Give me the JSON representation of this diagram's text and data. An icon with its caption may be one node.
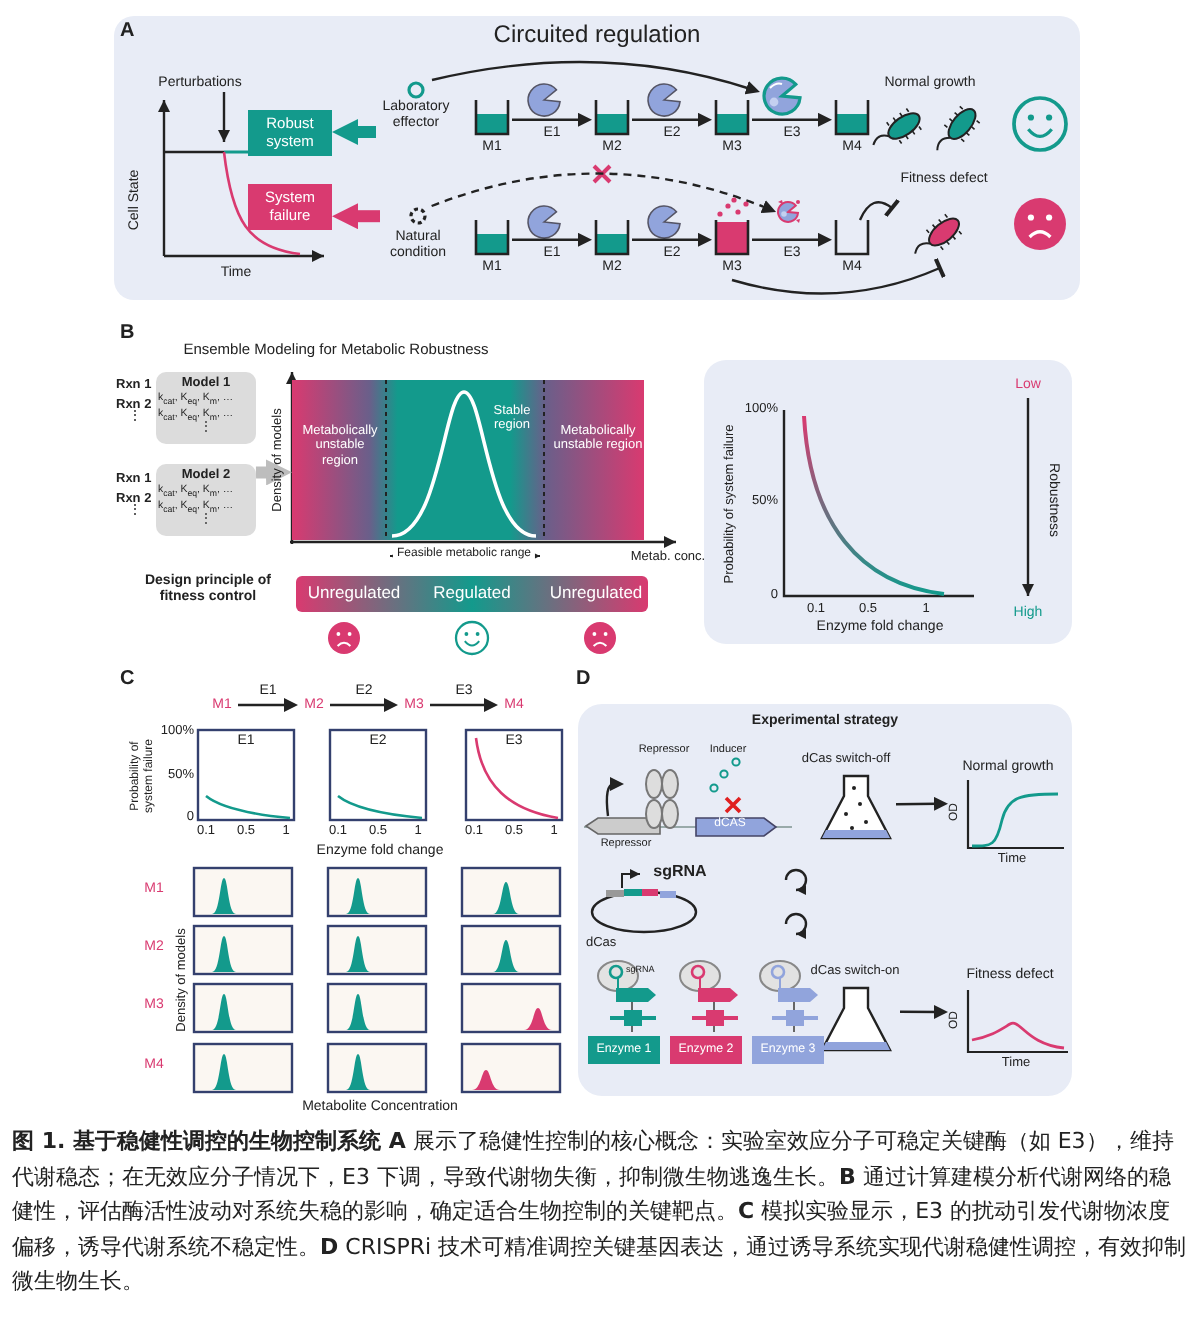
{
  "diagram": {
    "caption": "**图 1. 基于稳健性调控的生物控制系统 A** 展示了稳健性控制的核心概念：实验室效应分子可稳定关键酶（如 E3），维持代谢稳态；在无效应分子情况下，E3 下调，导致代谢物失衡，抑制微生物逃逸生长。**B** 通过计算建模分析代谢网络的稳健性，评估酶活性波动对系统失稳的影响，确定适合生物控制的关键靶点。**C** 模拟实验显示，E3 的扰动引发代谢物浓度偏移，诱导代谢系统不稳定性。**D** CRISPRi 技术可精准调控关键基因表达，通过诱导系统实现代谢稳健性调控，有效抑制微生物生长。",
    "nodes": [
      {
        "text": [
          "Circuited regulation"
        ]
      },
      {
        "text": [
          "Robust system"
        ],
        "in": 0
      },
      {
        "text": [
          "System failure"
        ],
        "in": 0
      },
      {
        "text": [
          "Laboratory effector"
        ],
        "in": 0
      },
      {
        "text": [
          "Natural condition"
        ],
        "in": 0
      },
      {
        "text": [
          "M1"
        ],
        "in": 0
      },
      {
        "text": [
          "M2"
        ],
        "in": 0
      },
      {
        "text": [
          "M3"
        ],
        "in": 0
      },
      {
        "text": [
          "M4"
        ],
        "in": 0
      },
      {
        "text": [],
        "shape": "picture",
        "in": 0
      },
      {
        "text": [
          "Normal growth"
        ],
        "in": 0
      },
      {
        "text": [
          "M1"
        ],
        "in": 0
      },
      {
        "text": [
          "M2"
        ],
        "in": 0
      },
      {
        "text": [
          "M3"
        ],
        "in": 0
      },
      {
        "text": [
          "M4"
        ],
        "in": 0
      },
      {
        "text": [],
        "shape": "picture",
        "in": 0
      },
      {
        "text": [
          "Fitness defect"
        ],
        "in": 0
      },
      {
        "text": [
          "Model 1",
          "k$_{cat}$, K$_{eq}$, K$_{m}$, …",
          "k$_{cat}$, K$_{eq}$, K$_{m}$, …",
          "⋮"
        ],
        "beside": [
          "Rxn 1",
          "Rxn 2",
          "⋮"
        ]
      },
      {
        "text": [
          "Model 2",
          "k$_{cat}$, K$_{eq}$, K$_{m}$, …",
          "k$_{cat}$, K$_{eq}$, K$_{m}$, …",
          "⋮"
        ],
        "beside": [
          "Rxn 1",
          "Rxn 2",
          "⋮"
        ]
      },
      {
        "text": [
          "Metabolically unstable region",
          "Stable region",
          "Metabolically unstable region"
        ],
        "beside": [
          "Feasible metabolic range"
        ]
      },
      {
        "text": [
          "M1"
        ]
      },
      {
        "text": [
          "M2"
        ]
      },
      {
        "text": [
          "M3"
        ]
      },
      {
        "text": [
          "M4"
        ]
      },
      {
        "text": [
          "Experimental strategy"
        ]
      },
      {
        "text": [
          "Repressor"
        ],
        "in": 24
      },
      {
        "text": [
          "Repressor"
        ],
        "in": 24
      },
      {
        "text": [
          "dCAS"
        ],
        "in": 24
      },
      {
        "text": [
          "dCas switch-off"
        ],
        "in": 24
      },
      {
        "text": [
          "Normal growth"
        ],
        "in": 24,
        "beside": [
          "OD",
          "Time"
        ]
      },
      {
        "text": [
          "dCas switch-on"
        ],
        "in": 24
      },
      {
        "text": [
          "Fitness defect"
        ],
        "in": 24,
        "beside": [
          "OD",
          "Time"
        ]
      },
      {
        "text": [
          "Enzyme 1"
        ],
        "in": 24
      },
      {
        "text": [
          "Enzyme 2"
        ],
        "in": 24
      },
      {
        "text": [
          "Enzyme 3"
        ],
        "in": 24
      }
    ],
    "edges": [
      {
        "from": 3,
        "to": 9,
        "arrow": "to"
      },
      {
        "from": 4,
        "to": 15,
        "arrow": "to",
        "style": "dashed"
      },
      {
        "from": 3,
        "to": 1,
        "arrow": "to",
        "style": "thick",
        "color": "#139a8c"
      },
      {
        "from": 4,
        "to": 2,
        "arrow": "to",
        "style": "thick",
        "color": "#d93a70"
      },
      {
        "from": 5,
        "to": 6,
        "arrow": "to",
        "label": "E1"
      },
      {
        "from": 6,
        "to": 7,
        "arrow": "to",
        "label": "E2"
      },
      {
        "from": 7,
        "to": 8,
        "arrow": "to",
        "label": "E3"
      },
      {
        "from": 11,
        "to": 12,
        "arrow": "to",
        "label": "E1"
      },
      {
        "from": 12,
        "to": 13,
        "arrow": "to",
        "label": "E2"
      },
      {
        "from": 13,
        "to": 14,
        "arrow": "to",
        "label": "E3"
      },
      {
        "from": 14,
        "to": 16,
        "arrow": "other"
      },
      {
        "from": 13,
        "to": 16,
        "arrow": "other"
      },
      {
        "from": 18,
        "to": 19,
        "arrow": "to",
        "style": "thick",
        "color": "#bdbdbd"
      },
      {
        "from": 20,
        "to": 21,
        "arrow": "to",
        "label": "E1"
      },
      {
        "from": 21,
        "to": 22,
        "arrow": "to",
        "label": "E2"
      },
      {
        "from": 22,
        "to": 23,
        "arrow": "to",
        "label": "E3"
      },
      {
        "from": 25,
        "to": 26,
        "arrow": "to"
      },
      {
        "from": 28,
        "to": 29,
        "arrow": "to"
      },
      {
        "from": 30,
        "to": 31,
        "arrow": "to"
      }
    ],
    "labels": [
      "A",
      "Perturbations",
      "Cell State",
      "Time",
      "B",
      "Ensemble Modeling for Metabolic Robustness",
      "Density of models",
      "Metab. conc.",
      "Design principle of fitness control",
      "Unregulated",
      "Regulated",
      "Unregulated",
      "Low",
      "100%",
      "50%",
      "0",
      "Probability of system failure",
      "Robustness",
      "0.1",
      "0.5",
      "1",
      "Enzyme fold change",
      "High",
      "C",
      "Probability of system failure",
      "100%",
      "50%",
      "0",
      "E1",
      "E2",
      "E3",
      "0.1",
      "0.5",
      "1",
      "0.1",
      "0.5",
      "1",
      "0.1",
      "0.5",
      "1",
      "Enzyme fold change",
      "M1",
      "M2",
      "M3",
      "M4",
      "Density of models",
      "Metabolite Concentration",
      "D",
      "Inducer",
      "sgRNA",
      "dCas",
      "sgRNA"
    ]
  }
}
